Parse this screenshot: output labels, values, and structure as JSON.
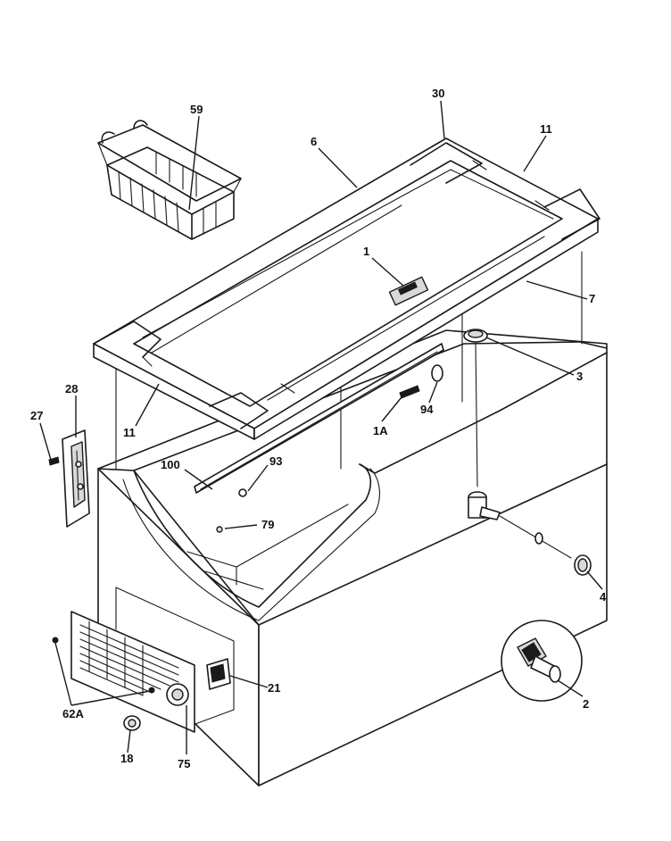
{
  "parts": {
    "p30": "30",
    "p59": "59",
    "p6": "6",
    "p11a": "11",
    "p1": "1",
    "p7": "7",
    "p3": "3",
    "p28": "28",
    "p27": "27",
    "p11b": "11",
    "p1A": "1A",
    "p94": "94",
    "p100": "100",
    "p93": "93",
    "p79": "79",
    "p4": "4",
    "p21": "21",
    "p2": "2",
    "p62A": "62A",
    "p18": "18",
    "p75": "75"
  }
}
